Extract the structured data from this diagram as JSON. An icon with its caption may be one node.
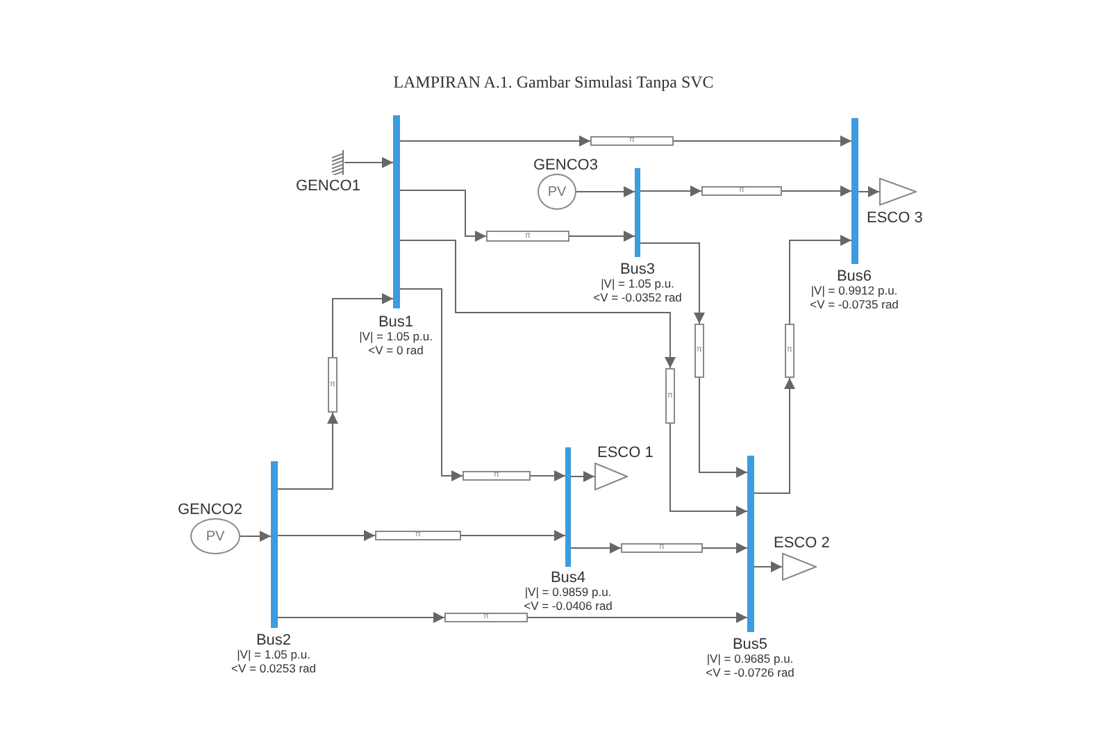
{
  "diagram": {
    "title": "LAMPIRAN A.1. Gambar Simulasi Tanpa SVC",
    "nodes": [
      {
        "text": [
          "GENCO1"
        ]
      },
      {
        "text": [
          "Bus1"
        ],
        "beside": [
          "|V| = 1.05 p.u.",
          "<V = 0 rad"
        ]
      },
      {
        "text": [
          "GENCO3",
          "PV"
        ]
      },
      {
        "text": [
          "Bus3"
        ],
        "beside": [
          "|V| = 1.05 p.u.",
          "<V = -0.0352 rad"
        ]
      },
      {
        "text": [
          "Bus6"
        ],
        "beside": [
          "|V| = 0.9912 p.u.",
          "<V = -0.0735 rad"
        ]
      },
      {
        "text": [
          "ESCO 3"
        ]
      },
      {
        "text": [
          "GENCO2",
          "PV"
        ]
      },
      {
        "text": [
          "Bus2"
        ],
        "beside": [
          "|V| = 1.05 p.u.",
          "<V = 0.0253 rad"
        ]
      },
      {
        "text": [
          "Bus4"
        ],
        "beside": [
          "|V| = 0.9859 p.u.",
          "<V = -0.0406 rad"
        ]
      },
      {
        "text": [
          "ESCO 1"
        ]
      },
      {
        "text": [
          "Bus5"
        ],
        "beside": [
          "|V| = 0.9685 p.u.",
          "<V = -0.0726 rad"
        ]
      },
      {
        "text": [
          "ESCO 2"
        ]
      },
      {
        "text": [
          "π"
        ]
      },
      {
        "text": [
          "π"
        ]
      },
      {
        "text": [
          "π"
        ]
      },
      {
        "text": [
          "π"
        ]
      },
      {
        "text": [
          "π"
        ]
      },
      {
        "text": [
          "π"
        ]
      },
      {
        "text": [
          "π"
        ]
      },
      {
        "text": [
          "π"
        ]
      },
      {
        "text": [
          "π"
        ]
      },
      {
        "text": [
          "π"
        ]
      },
      {
        "text": [
          "π"
        ]
      }
    ],
    "edges": [
      {
        "from": 1,
        "to": 12,
        "arrow": "to"
      },
      {
        "from": 12,
        "to": 4,
        "arrow": "to"
      },
      {
        "from": 1,
        "to": 13,
        "arrow": "to"
      },
      {
        "from": 13,
        "to": 3,
        "arrow": "to"
      },
      {
        "from": 3,
        "to": 14,
        "arrow": "to"
      },
      {
        "from": 14,
        "to": 4,
        "arrow": "to"
      },
      {
        "from": 3,
        "to": 15,
        "arrow": "to"
      },
      {
        "from": 15,
        "to": 10,
        "arrow": "to"
      },
      {
        "from": 1,
        "to": 16,
        "arrow": "to"
      },
      {
        "from": 16,
        "to": 10,
        "arrow": "to"
      },
      {
        "from": 1,
        "to": 17,
        "arrow": "to"
      },
      {
        "from": 17,
        "to": 8,
        "arrow": "to"
      },
      {
        "from": 7,
        "to": 18,
        "arrow": "to"
      },
      {
        "from": 18,
        "to": 1,
        "arrow": "to"
      },
      {
        "from": 7,
        "to": 19,
        "arrow": "to"
      },
      {
        "from": 19,
        "to": 8,
        "arrow": "to"
      },
      {
        "from": 7,
        "to": 20,
        "arrow": "to"
      },
      {
        "from": 20,
        "to": 10,
        "arrow": "to"
      },
      {
        "from": 8,
        "to": 21,
        "arrow": "to"
      },
      {
        "from": 21,
        "to": 10,
        "arrow": "to"
      },
      {
        "from": 10,
        "to": 22,
        "arrow": "to"
      },
      {
        "from": 22,
        "to": 4,
        "arrow": "to"
      },
      {
        "from": 0,
        "to": 1,
        "arrow": "to"
      },
      {
        "from": 2,
        "to": 3,
        "arrow": "to"
      },
      {
        "from": 6,
        "to": 7,
        "arrow": "to"
      },
      {
        "from": 8,
        "to": 9,
        "arrow": "to"
      },
      {
        "from": 10,
        "to": 11,
        "arrow": "to"
      },
      {
        "from": 4,
        "to": 5,
        "arrow": "to"
      }
    ]
  }
}
